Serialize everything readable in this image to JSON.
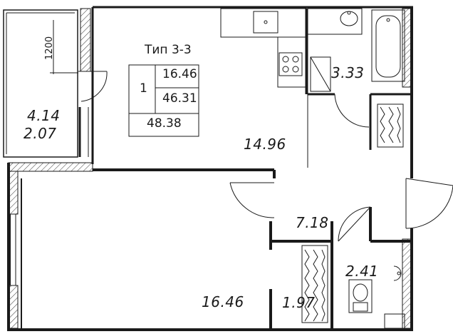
{
  "plan": {
    "type_label": "Тип 3-3",
    "info_block": {
      "rooms": "1",
      "living_area": "16.46",
      "total_area": "46.31",
      "total_with_balcony": "48.38"
    },
    "balcony": {
      "area": "4.14",
      "reduced_area": "2.07",
      "dimension": "1200"
    },
    "rooms": {
      "kitchen": "14.96",
      "bathroom": "3.33",
      "hall": "7.18",
      "living_room": "16.46",
      "wardrobe": "1.97",
      "toilet": "2.41"
    }
  }
}
